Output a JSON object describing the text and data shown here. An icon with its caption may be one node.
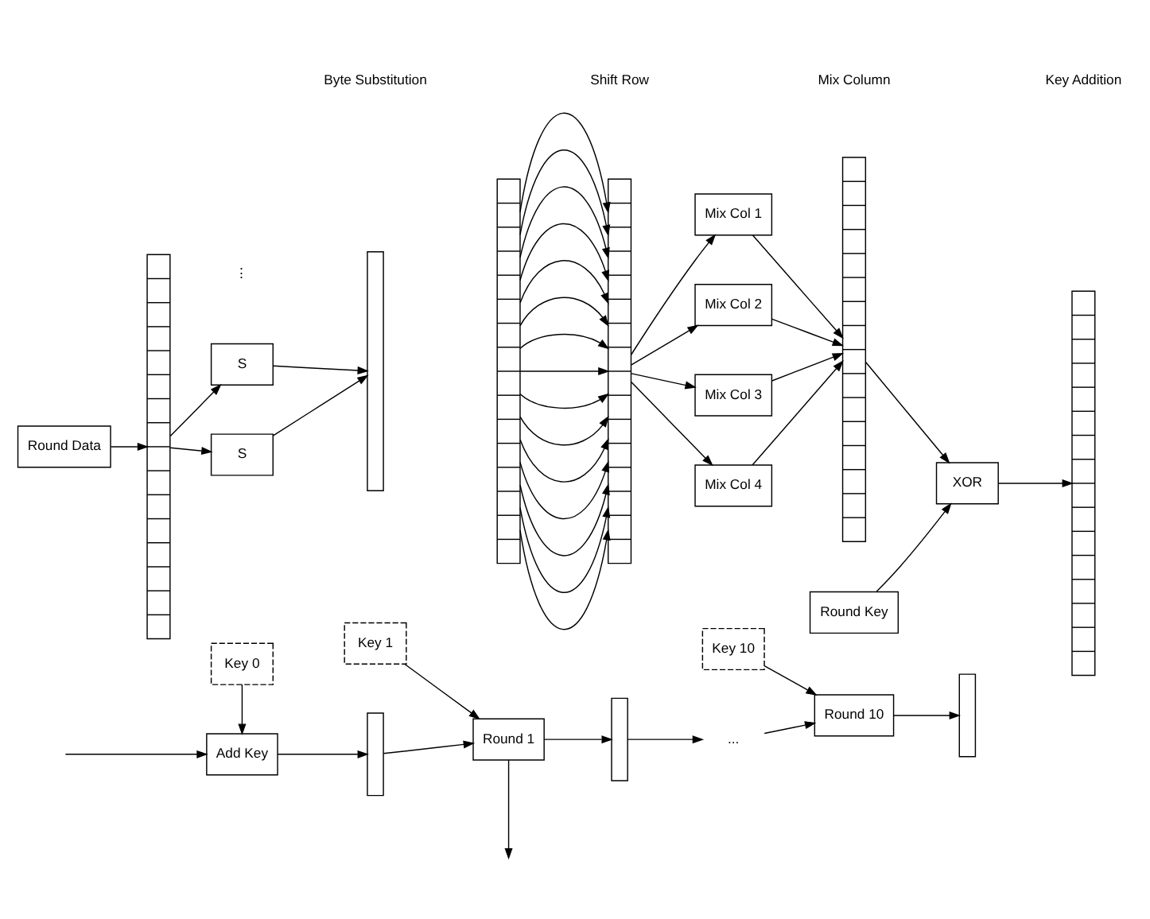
{
  "diagram": {
    "nodes": [
      {
        "text": [
          "Key 0"
        ]
      },
      {
        "text": [
          "Key 1"
        ]
      },
      {
        "text": [
          "Key 10"
        ]
      },
      {
        "text": [
          "Add Key"
        ]
      },
      {
        "text": [],
        "shape": "bar"
      },
      {
        "text": [
          "Round 1"
        ]
      },
      {
        "text": [],
        "shape": "bar"
      },
      {
        "text": [
          "..."
        ]
      },
      {
        "text": [
          "Round 10"
        ]
      },
      {
        "text": [],
        "shape": "bar"
      },
      {
        "text": [
          "Round Data"
        ]
      },
      {
        "text": [],
        "shape": "bar"
      },
      {
        "text": [
          "S"
        ]
      },
      {
        "text": [
          "S"
        ]
      },
      {
        "text": [],
        "shape": "bar"
      },
      {
        "text": [],
        "shape": "bar"
      },
      {
        "text": [],
        "shape": "bar"
      },
      {
        "text": [
          "Mix Col 1"
        ]
      },
      {
        "text": [
          "Mix Col 2"
        ]
      },
      {
        "text": [
          "Mix Col 3"
        ]
      },
      {
        "text": [
          "Mix Col 4"
        ]
      },
      {
        "text": [],
        "shape": "bar"
      },
      {
        "text": [
          "Round Key"
        ]
      },
      {
        "text": [
          "XOR"
        ]
      },
      {
        "text": [],
        "shape": "bar"
      }
    ],
    "edges": [
      {
        "from": null,
        "to": 3,
        "arrow": "to"
      },
      {
        "from": 0,
        "to": 3,
        "arrow": "to"
      },
      {
        "from": 3,
        "to": 4,
        "arrow": "to"
      },
      {
        "from": 4,
        "to": 5,
        "arrow": "to"
      },
      {
        "from": 1,
        "to": 5,
        "arrow": "to"
      },
      {
        "from": 5,
        "to": 6,
        "arrow": "to"
      },
      {
        "from": 6,
        "to": 7,
        "arrow": "to"
      },
      {
        "from": 7,
        "to": 8,
        "arrow": "to"
      },
      {
        "from": 2,
        "to": 8,
        "arrow": "to"
      },
      {
        "from": 8,
        "to": 9,
        "arrow": "to"
      },
      {
        "from": 5,
        "to": null,
        "arrow": "to"
      },
      {
        "from": 10,
        "to": 11,
        "arrow": "to"
      },
      {
        "from": 11,
        "to": 12,
        "arrow": "to"
      },
      {
        "from": 12,
        "to": 14,
        "arrow": "to"
      },
      {
        "from": 11,
        "to": 13,
        "arrow": "to"
      },
      {
        "from": 13,
        "to": 14,
        "arrow": "to"
      },
      {
        "from": 15,
        "to": 16,
        "arrow": "to"
      },
      {
        "from": 15,
        "to": 16,
        "arrow": "to"
      },
      {
        "from": 15,
        "to": 16,
        "arrow": "to"
      },
      {
        "from": 15,
        "to": 16,
        "arrow": "to"
      },
      {
        "from": 15,
        "to": 16,
        "arrow": "to"
      },
      {
        "from": 15,
        "to": 16,
        "arrow": "to"
      },
      {
        "from": 15,
        "to": 16,
        "arrow": "to"
      },
      {
        "from": 15,
        "to": 16,
        "arrow": "to"
      },
      {
        "from": 15,
        "to": 16,
        "arrow": "to"
      },
      {
        "from": 15,
        "to": 16,
        "arrow": "to"
      },
      {
        "from": 15,
        "to": 16,
        "arrow": "to"
      },
      {
        "from": 15,
        "to": 16,
        "arrow": "to"
      },
      {
        "from": 15,
        "to": 16,
        "arrow": "to"
      },
      {
        "from": 15,
        "to": 16,
        "arrow": "to"
      },
      {
        "from": 15,
        "to": 16,
        "arrow": "to"
      },
      {
        "from": 16,
        "to": 17,
        "arrow": "to"
      },
      {
        "from": 16,
        "to": 18,
        "arrow": "to"
      },
      {
        "from": 16,
        "to": 19,
        "arrow": "to"
      },
      {
        "from": 16,
        "to": 20,
        "arrow": "to"
      },
      {
        "from": 17,
        "to": 21,
        "arrow": "to"
      },
      {
        "from": 18,
        "to": 21,
        "arrow": "to"
      },
      {
        "from": 19,
        "to": 21,
        "arrow": "to"
      },
      {
        "from": 20,
        "to": 21,
        "arrow": "to"
      },
      {
        "from": 21,
        "to": 23,
        "arrow": "to"
      },
      {
        "from": 22,
        "to": 23,
        "arrow": "to"
      },
      {
        "from": 23,
        "to": 24,
        "arrow": "to"
      }
    ],
    "labels": [
      "⋮",
      "Byte Substitution",
      "Shift Row",
      "Mix Column",
      "Key Addition"
    ]
  }
}
